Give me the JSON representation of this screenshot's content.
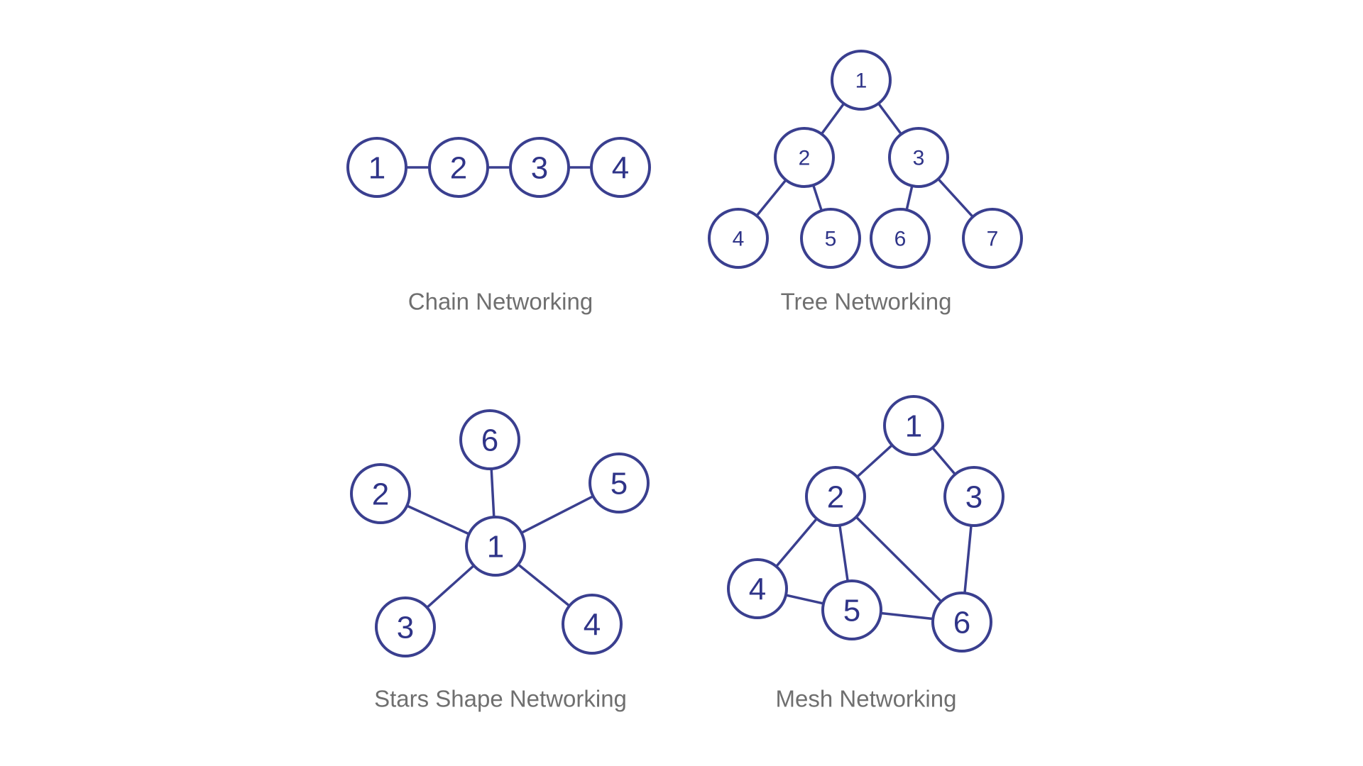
{
  "colors": {
    "background": "#ffffff",
    "node_stroke": "#3a3f8f",
    "node_text": "#2f3488",
    "caption_text": "#6f6f6f"
  },
  "diagrams": {
    "chain": {
      "caption": "Chain Networking",
      "nodes": [
        {
          "id": "1",
          "label": "1"
        },
        {
          "id": "2",
          "label": "2"
        },
        {
          "id": "3",
          "label": "3"
        },
        {
          "id": "4",
          "label": "4"
        }
      ],
      "edges": [
        [
          "1",
          "2"
        ],
        [
          "2",
          "3"
        ],
        [
          "3",
          "4"
        ]
      ]
    },
    "tree": {
      "caption": "Tree Networking",
      "nodes": [
        {
          "id": "1",
          "label": "1"
        },
        {
          "id": "2",
          "label": "2"
        },
        {
          "id": "3",
          "label": "3"
        },
        {
          "id": "4",
          "label": "4"
        },
        {
          "id": "5",
          "label": "5"
        },
        {
          "id": "6",
          "label": "6"
        },
        {
          "id": "7",
          "label": "7"
        }
      ],
      "edges": [
        [
          "1",
          "2"
        ],
        [
          "1",
          "3"
        ],
        [
          "2",
          "4"
        ],
        [
          "2",
          "5"
        ],
        [
          "3",
          "6"
        ],
        [
          "3",
          "7"
        ]
      ]
    },
    "star": {
      "caption": "Stars Shape Networking",
      "nodes": [
        {
          "id": "1",
          "label": "1"
        },
        {
          "id": "2",
          "label": "2"
        },
        {
          "id": "3",
          "label": "3"
        },
        {
          "id": "4",
          "label": "4"
        },
        {
          "id": "5",
          "label": "5"
        },
        {
          "id": "6",
          "label": "6"
        }
      ],
      "edges": [
        [
          "1",
          "2"
        ],
        [
          "1",
          "3"
        ],
        [
          "1",
          "4"
        ],
        [
          "1",
          "5"
        ],
        [
          "1",
          "6"
        ]
      ]
    },
    "mesh": {
      "caption": "Mesh Networking",
      "nodes": [
        {
          "id": "1",
          "label": "1"
        },
        {
          "id": "2",
          "label": "2"
        },
        {
          "id": "3",
          "label": "3"
        },
        {
          "id": "4",
          "label": "4"
        },
        {
          "id": "5",
          "label": "5"
        },
        {
          "id": "6",
          "label": "6"
        }
      ],
      "edges": [
        [
          "1",
          "2"
        ],
        [
          "1",
          "3"
        ],
        [
          "2",
          "4"
        ],
        [
          "2",
          "5"
        ],
        [
          "2",
          "6"
        ],
        [
          "3",
          "6"
        ],
        [
          "4",
          "5"
        ],
        [
          "5",
          "6"
        ]
      ]
    }
  }
}
